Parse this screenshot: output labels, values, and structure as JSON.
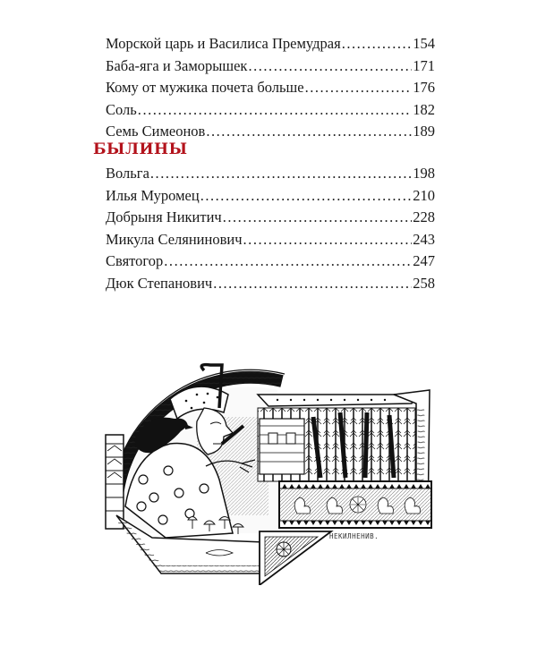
{
  "toc_fairy_tales": [
    {
      "title": "Морской царь и Василиса Премудрая",
      "page": "154"
    },
    {
      "title": "Баба-яга и Заморышек",
      "page": "171"
    },
    {
      "title": "Кому от мужика почета больше",
      "page": "176"
    },
    {
      "title": "Соль",
      "page": "182"
    },
    {
      "title": "Семь Симеонов",
      "page": "189"
    }
  ],
  "section": {
    "heading": "БЫЛИНЫ",
    "heading_color": "#b3121b"
  },
  "toc_byliny": [
    {
      "title": "Вольга",
      "page": "198"
    },
    {
      "title": "Илья Муромец",
      "page": "210"
    },
    {
      "title": "Добрыня Никитич",
      "page": "228"
    },
    {
      "title": "Микула Селянинович",
      "page": "243"
    },
    {
      "title": "Святогор",
      "page": "247"
    },
    {
      "title": "Дюк Степанович",
      "page": "258"
    }
  ],
  "illustration": {
    "description": "Baba Yaga with a raven on her shoulder looking into a decorated frame with a forest hut",
    "signature": "НЕКИЛНЕНИВ."
  }
}
